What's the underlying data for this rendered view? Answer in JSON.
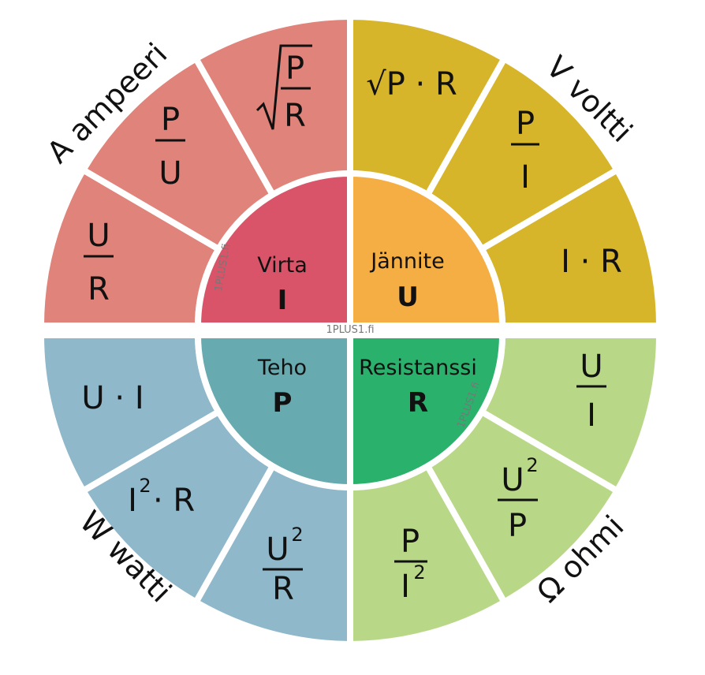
{
  "colors": {
    "current_outer": "#e0837a",
    "current_inner": "#d95468",
    "voltage_outer": "#d7b52b",
    "voltage_inner": "#f5ae44",
    "power_outer": "#8fb8ca",
    "power_inner": "#67abb0",
    "resistance_outer": "#b8d888",
    "resistance_inner": "#2ab26d"
  },
  "quadrants": {
    "current": {
      "name": "Virta",
      "symbol": "I",
      "unit_label": "A ampeeri",
      "formulas": [
        {
          "num": "U",
          "den": "R"
        },
        {
          "num": "P",
          "den": "U"
        },
        {
          "rad": "√",
          "num": "P",
          "den": "R"
        }
      ]
    },
    "voltage": {
      "name": "Jännite",
      "symbol": "U",
      "unit_label": "V voltti",
      "formulas": [
        {
          "text": "√P · R"
        },
        {
          "num": "P",
          "den": "I"
        },
        {
          "text": "I · R"
        }
      ]
    },
    "power": {
      "name": "Teho",
      "symbol": "P",
      "unit_label": "W watti",
      "formulas": [
        {
          "text": "U · I"
        },
        {
          "base": "I",
          "sup": "2",
          "rest": " · R"
        },
        {
          "num": "U",
          "num_sup": "2",
          "den": "R"
        }
      ]
    },
    "resistance": {
      "name": "Resistanssi",
      "symbol": "R",
      "unit_label": "Ω ohmi",
      "formulas": [
        {
          "num": "U",
          "den": "I"
        },
        {
          "num": "U",
          "num_sup": "2",
          "den": "P"
        },
        {
          "num": "P",
          "den": "I",
          "den_sup": "2"
        }
      ]
    }
  },
  "watermark": "1PLUS1.fi"
}
